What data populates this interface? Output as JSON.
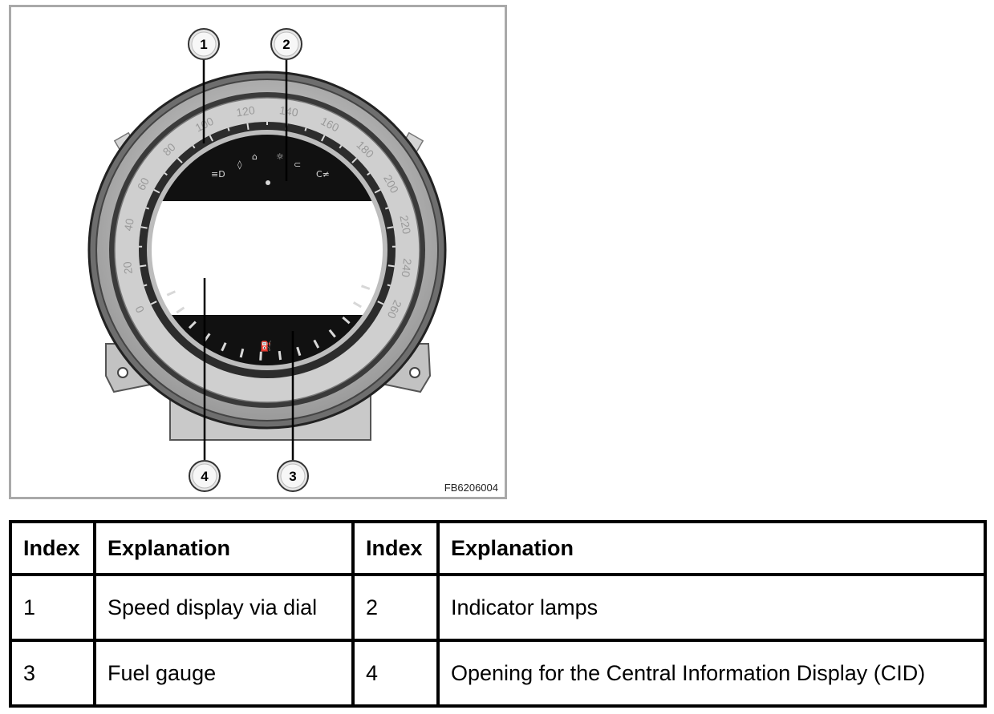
{
  "figure": {
    "code": "FB6206004",
    "callouts": [
      "1",
      "2",
      "3",
      "4"
    ],
    "speed_ticks": [
      "0",
      "20",
      "40",
      "60",
      "80",
      "100",
      "120",
      "140",
      "160",
      "180",
      "200",
      "220",
      "240",
      "260"
    ]
  },
  "table": {
    "headers": [
      "Index",
      "Explanation",
      "Index",
      "Explanation"
    ],
    "rows": [
      [
        "1",
        "Speed display via dial",
        "2",
        "Indicator lamps"
      ],
      [
        "3",
        "Fuel gauge",
        "4",
        "Opening for the Central Information Display (CID)"
      ]
    ]
  }
}
